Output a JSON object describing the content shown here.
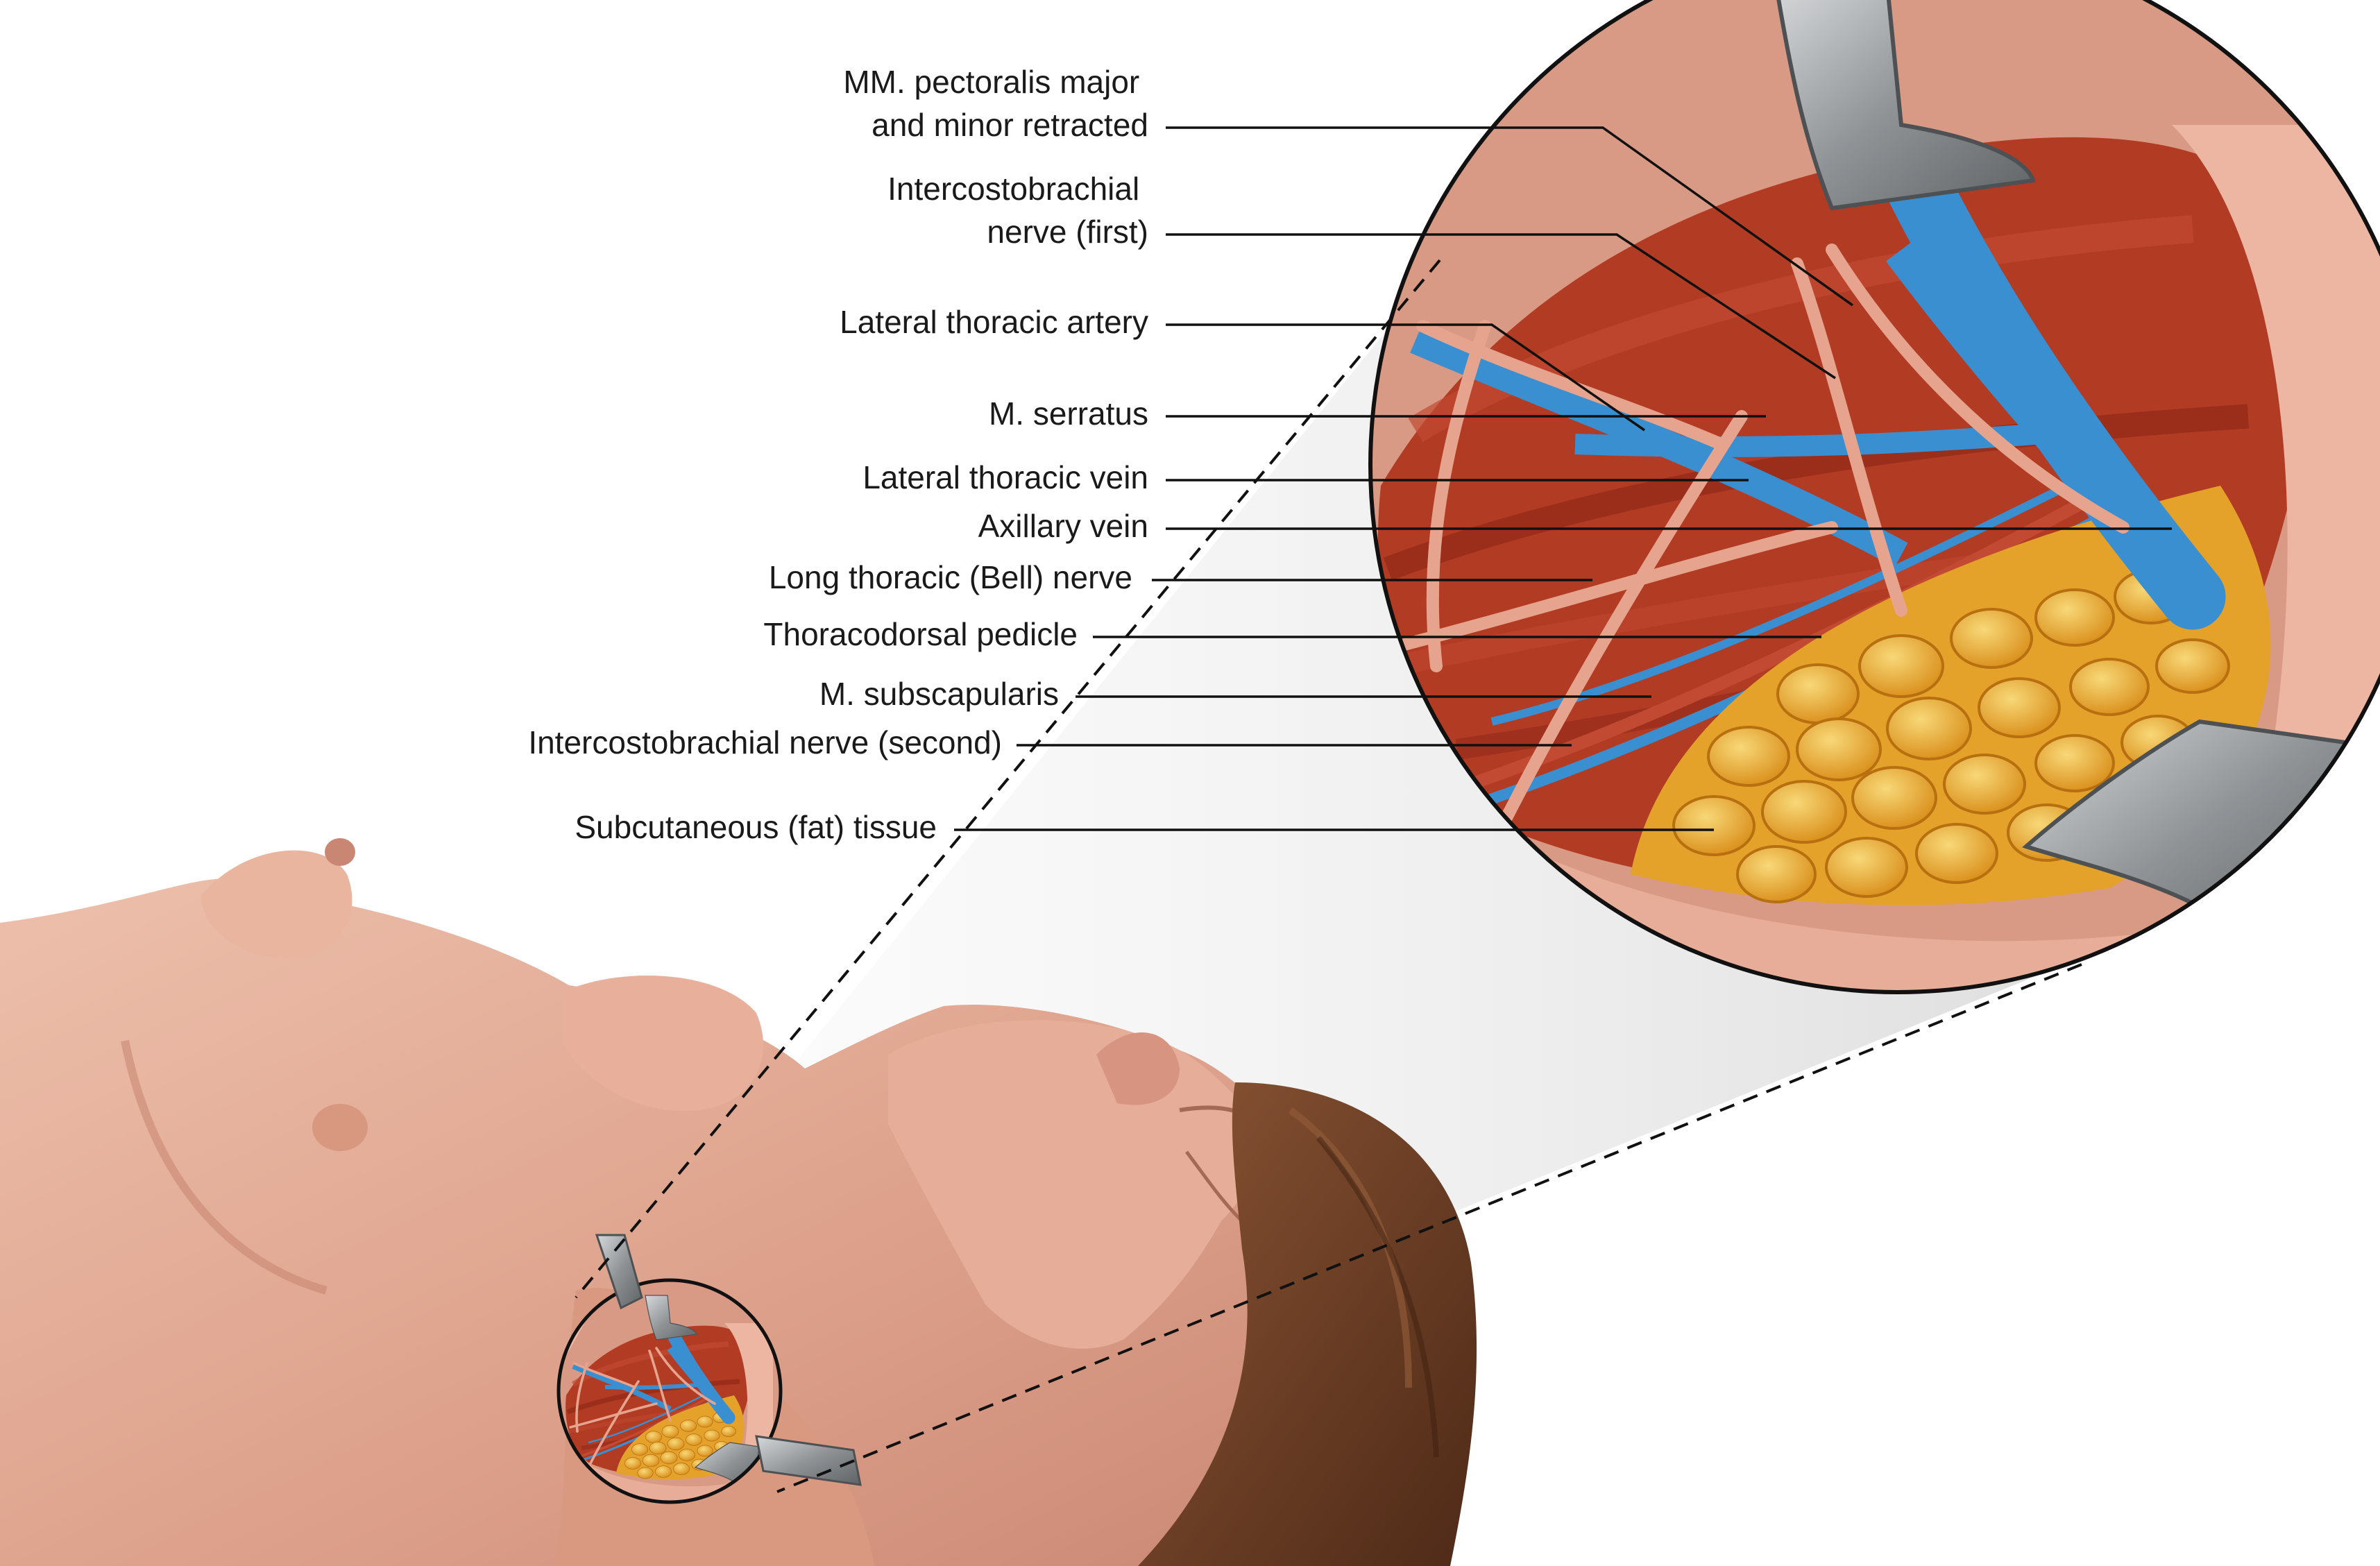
{
  "labels": [
    {
      "id": "pectoralis",
      "lines": [
        "MM. pectoralis major",
        "and minor retracted"
      ]
    },
    {
      "id": "icb-first",
      "lines": [
        "Intercostobrachial",
        "nerve (first)"
      ]
    },
    {
      "id": "lat-thoracic-artery",
      "lines": [
        "Lateral thoracic artery"
      ]
    },
    {
      "id": "serratus",
      "lines": [
        "M. serratus"
      ]
    },
    {
      "id": "lat-thoracic-vein",
      "lines": [
        "Lateral thoracic vein"
      ]
    },
    {
      "id": "axillary-vein",
      "lines": [
        "Axillary vein"
      ]
    },
    {
      "id": "long-thoracic",
      "lines": [
        "Long thoracic (Bell) nerve"
      ]
    },
    {
      "id": "thoracodorsal",
      "lines": [
        "Thoracodorsal pedicle"
      ]
    },
    {
      "id": "subscapularis",
      "lines": [
        "M. subscapularis"
      ]
    },
    {
      "id": "icb-second",
      "lines": [
        "Intercostobrachial nerve (second)"
      ]
    },
    {
      "id": "fat",
      "lines": [
        "Subcutaneous (fat) tissue"
      ]
    }
  ],
  "colors": {
    "skin": "#e2a893",
    "skin_shadow": "#c98672",
    "muscle": "#9a2c1c",
    "vein": "#3a8fd0",
    "fat": "#e9ad2d",
    "retractor": "#8f9396",
    "hair": "#6b3d24"
  }
}
